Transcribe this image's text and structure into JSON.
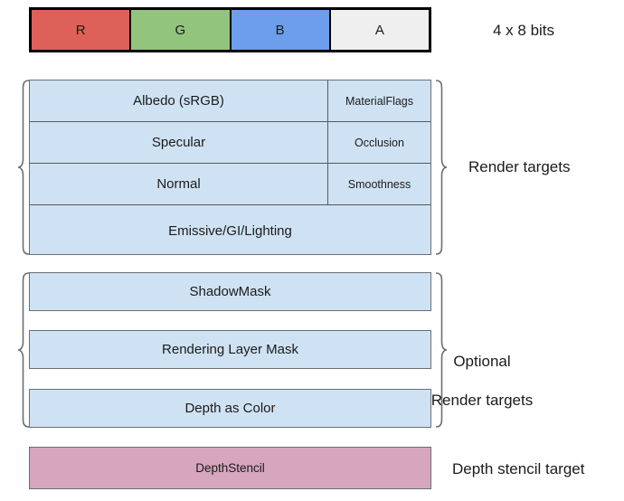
{
  "diagram": {
    "channel_bar": {
      "label": "4 x 8 bits",
      "cells": [
        {
          "name": "R",
          "color": "#DD6159"
        },
        {
          "name": "G",
          "color": "#93C47D"
        },
        {
          "name": "B",
          "color": "#6D9EEB"
        },
        {
          "name": "A",
          "color": "#EFEFEF"
        }
      ]
    },
    "render_targets": {
      "caption": "Render targets",
      "fill_color": "#CFE2F3",
      "rows": [
        {
          "main": "Albedo (sRGB)",
          "alpha": "MaterialFlags"
        },
        {
          "main": "Specular",
          "alpha": "Occlusion"
        },
        {
          "main": "Normal",
          "alpha": "Smoothness"
        },
        {
          "main": "Emissive/GI/Lighting",
          "alpha": ""
        }
      ]
    },
    "optional_render_targets": {
      "caption_line1": "Optional",
      "caption_line2": "Render targets",
      "fill_color": "#CFE2F3",
      "boxes": [
        {
          "label": "ShadowMask"
        },
        {
          "label": "Rendering Layer Mask"
        },
        {
          "label": "Depth as Color"
        }
      ]
    },
    "depth_stencil": {
      "label": "DepthStencil",
      "caption": "Depth stencil target",
      "fill_color": "#D5A6BD"
    },
    "brace_color": "#6a6f75"
  }
}
